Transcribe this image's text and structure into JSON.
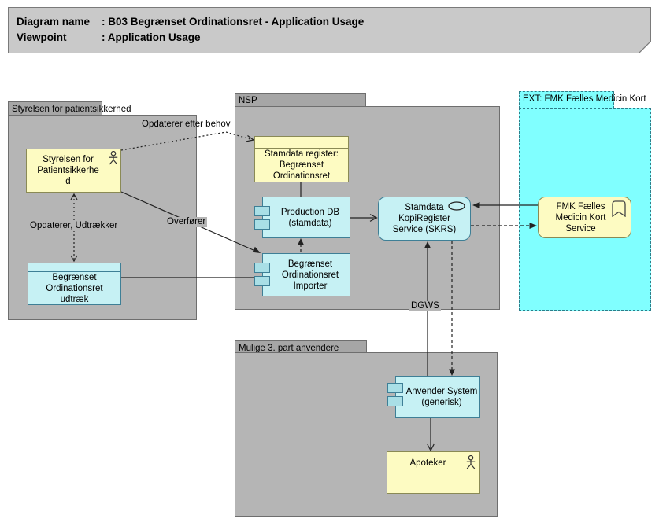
{
  "title": {
    "separator": ":",
    "rows": [
      {
        "label": "Diagram name",
        "value": "B03 Begrænset Ordinationsret - Application Usage"
      },
      {
        "label": "Viewpoint",
        "value": "Application Usage"
      }
    ]
  },
  "groups": {
    "styrelsen": {
      "label": "Styrelsen for patientsikkerhed"
    },
    "nsp": {
      "label": "NSP"
    },
    "ext_fmk": {
      "label": "EXT: FMK Fælles Medicin Kort"
    },
    "mulige": {
      "label": "Mulige 3. part anvendere"
    }
  },
  "nodes": {
    "styrelsen_actor": {
      "lines": [
        "Styrelsen for",
        "Patientsikkerhe",
        "d"
      ],
      "icon": "actor-icon"
    },
    "udtraek": {
      "lines": [
        "Begrænset",
        "Ordinationsret",
        "udtræk"
      ]
    },
    "stamdata_register": {
      "lines": [
        "Stamdata register:",
        "Begrænset",
        "Ordinationsret"
      ]
    },
    "production_db": {
      "lines": [
        "Production DB",
        "(stamdata)"
      ],
      "icon": "component-icon"
    },
    "importer": {
      "lines": [
        "Begrænset",
        "Ordinationsret",
        "Importer"
      ],
      "icon": "component-icon"
    },
    "skrs": {
      "lines": [
        "Stamdata",
        "KopiRegister",
        "Service (SKRS)"
      ],
      "icon": "interface-oval-icon"
    },
    "fmk_service": {
      "lines": [
        "FMK Fælles",
        "Medicin Kort",
        "Service"
      ],
      "icon": "bookmark-icon"
    },
    "anvender_system": {
      "lines": [
        "Anvender System",
        "(generisk)"
      ],
      "icon": "component-icon"
    },
    "apoteker": {
      "lines": [
        "Apoteker"
      ],
      "icon": "actor-icon"
    }
  },
  "edge_labels": {
    "opdaterer_efter_behov": "Opdaterer efter behov",
    "opdaterer_udtraekker": "Opdaterer, Udtrækker",
    "overfoerer": "Overfører",
    "dgws": "DGWS"
  },
  "colors": {
    "title_bg": "#c9c9c9",
    "group_body": "#b5b5b5",
    "group_tab": "#a6a6a6",
    "yellow_fill": "#fdfbc2",
    "yellow_border": "#8a8a55",
    "cyan_fill": "#c6f1f4",
    "cyan_border": "#3e7f96",
    "aqua_group_fill": "#80ffff",
    "aqua_group_border": "#2e7d8a"
  }
}
